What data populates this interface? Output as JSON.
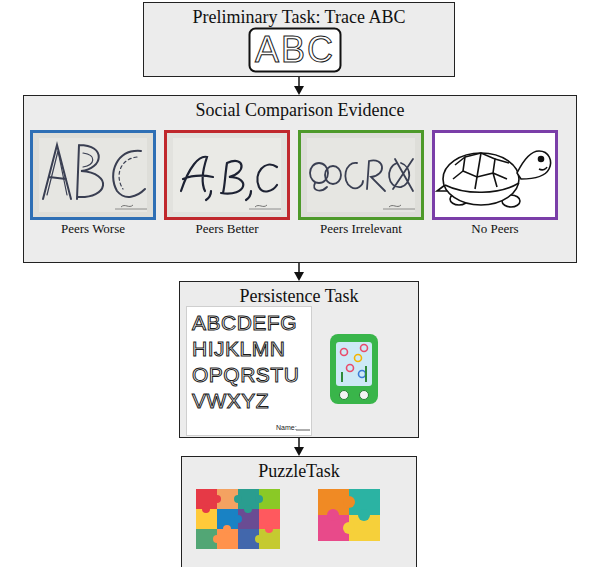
{
  "diagram": {
    "nodes": [
      {
        "text": [
          "Preliminary Task: Trace ABC"
        ]
      },
      {
        "text": [
          "Social Comparison Evidence"
        ]
      },
      {
        "text": [
          "Peers Worse"
        ],
        "in": 1
      },
      {
        "text": [
          "Peers Better"
        ],
        "in": 1
      },
      {
        "text": [
          "Peers Irrelevant"
        ],
        "in": 1
      },
      {
        "text": [
          "No Peers"
        ],
        "in": 1
      },
      {
        "text": [
          "Persistence Task"
        ]
      },
      {
        "text": [
          "PuzzleTask"
        ]
      }
    ],
    "edges": [
      {
        "from": 0,
        "to": 1,
        "arrow": "to"
      },
      {
        "from": 1,
        "to": 6,
        "arrow": "to"
      },
      {
        "from": 6,
        "to": 7,
        "arrow": "to"
      }
    ],
    "labels": [
      "ABC",
      "ABCDEFG",
      "HIJKLMN",
      "OPQRSTU",
      "VWXYZ",
      "Name:"
    ]
  }
}
